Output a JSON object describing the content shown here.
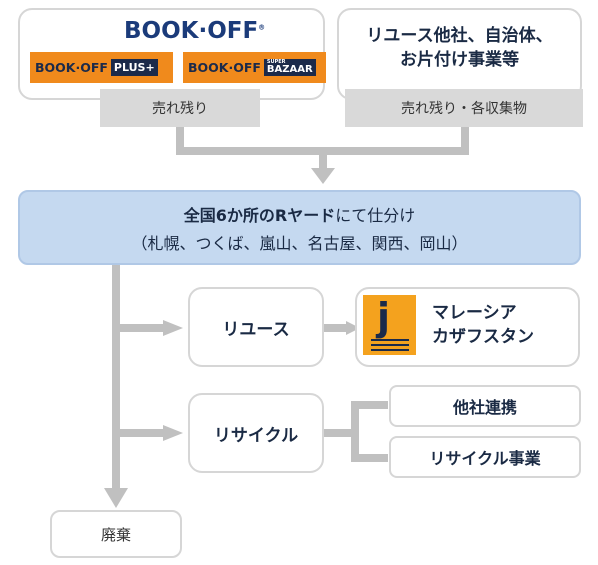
{
  "top_left": {
    "logo_main": "BOOK·OFF",
    "logo_plus_text": "BOOK·OFF",
    "logo_plus_badge": "PLUS+",
    "logo_bazaar_text": "BOOK·OFF",
    "logo_bazaar_super": "SUPER",
    "logo_bazaar_badge": "BAZAAR",
    "tag": "売れ残り"
  },
  "top_right": {
    "line1": "リユース他社、自治体、",
    "line2": "お片付け事業等",
    "tag": "売れ残り・各収集物"
  },
  "center": {
    "bold_part": "全国6か所のRヤード",
    "normal_part": "にて仕分け",
    "line2": "（札幌、つくば、嵐山、名古屋、関西、岡山）"
  },
  "reuse": {
    "label": "リユース",
    "logo_letter": "j",
    "dest_line1": "マレーシア",
    "dest_line2": "カザフスタン"
  },
  "recycle": {
    "label": "リサイクル",
    "branch1": "他社連携",
    "branch2": "リサイクル事業"
  },
  "disposal": {
    "label": "廃棄"
  },
  "colors": {
    "center_fill": "#c5d9f0",
    "connector": "#c0c0c0",
    "logo_orange": "#f08a1c",
    "logo_navy": "#1b3b7a"
  }
}
